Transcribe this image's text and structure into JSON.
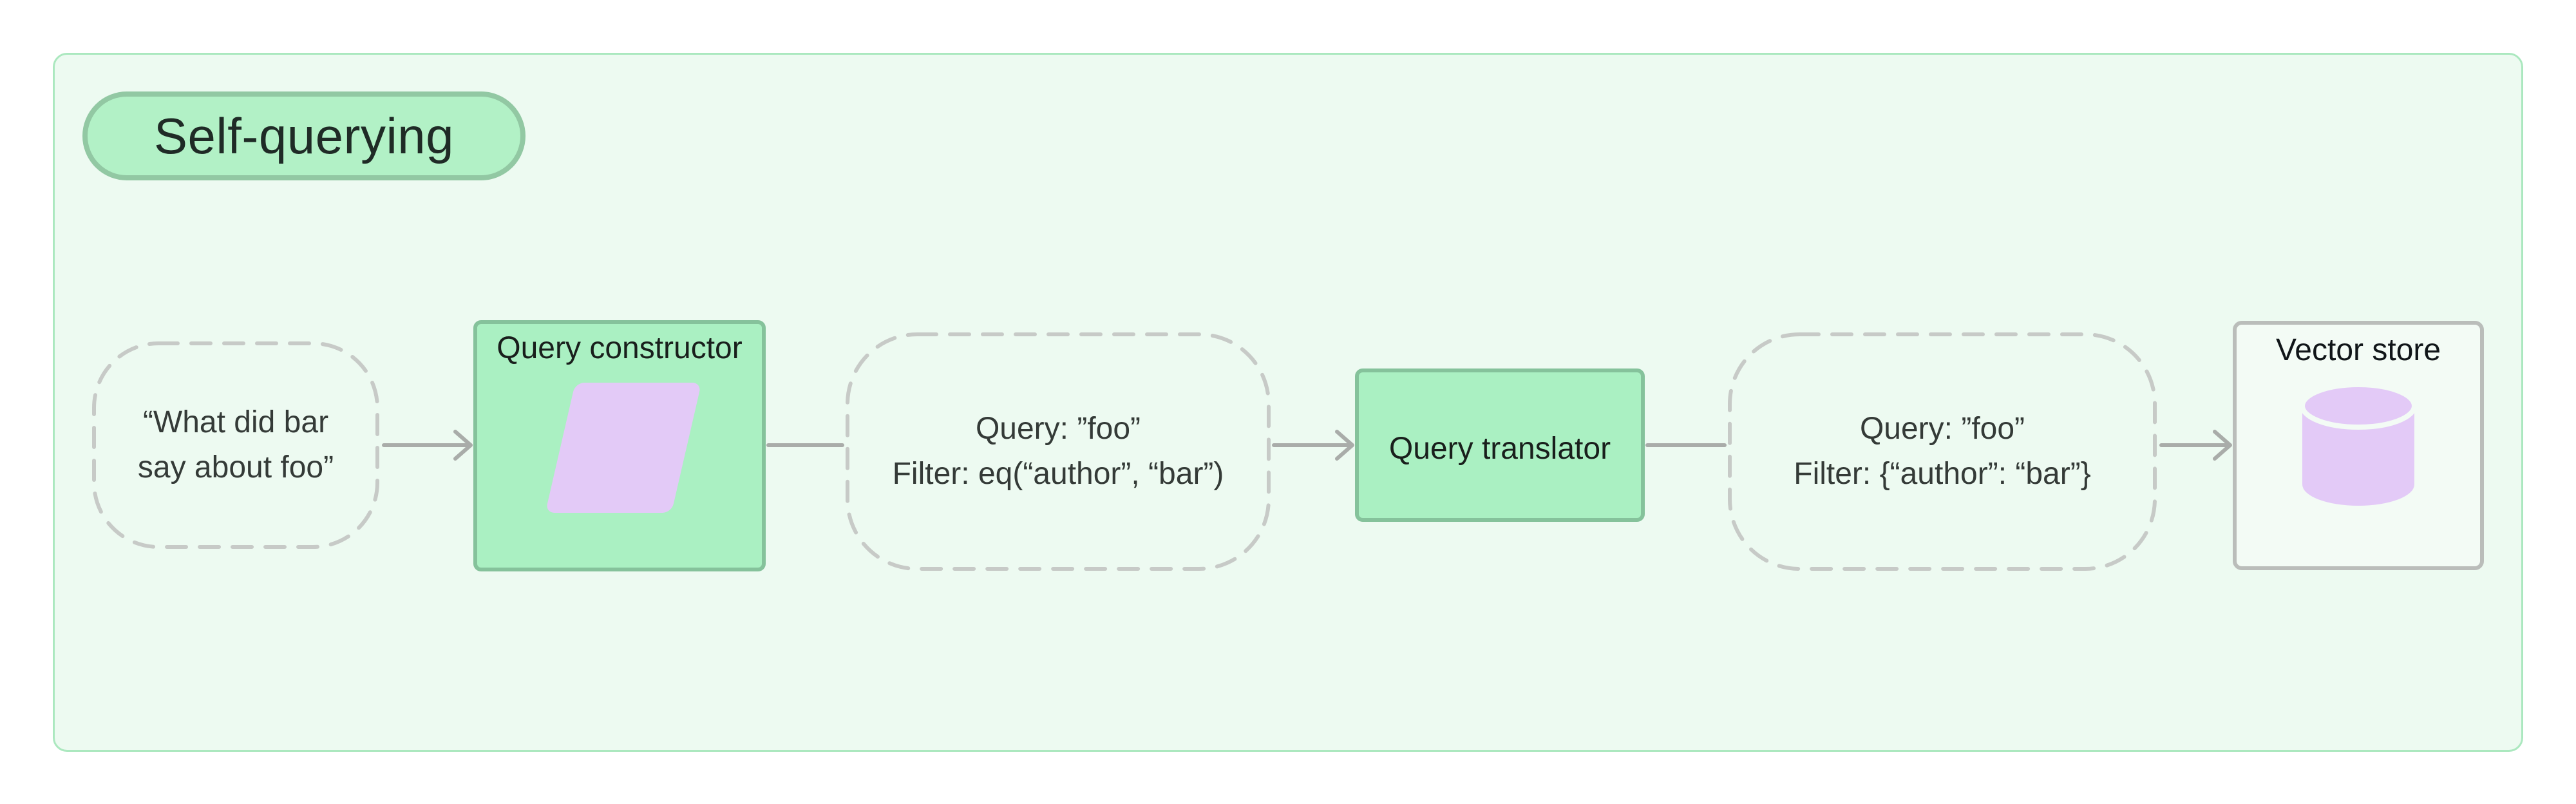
{
  "diagram": {
    "title_badge": "Self-querying",
    "nodes": {
      "input_query": {
        "line1": "“What did bar",
        "line2": "say about foo”"
      },
      "query_constructor": {
        "label": "Query constructor"
      },
      "structured_query": {
        "line1": "Query: ”foo”",
        "line2": "Filter: eq(“author”, “bar”)"
      },
      "query_translator": {
        "label": "Query translator"
      },
      "translated_query": {
        "line1": "Query: ”foo”",
        "line2": "Filter: {“author”: “bar”}"
      },
      "vector_store": {
        "label": "Vector store"
      }
    },
    "colors": {
      "container_bg": "#edfaf1",
      "container_border": "#abe8bf",
      "badge_bg": "#b2f1c6",
      "badge_border": "#92c8a3",
      "green_node_bg": "#aaf0c2",
      "green_node_border": "#85c29b",
      "dashed_border": "#c7cac7",
      "connector_gray": "#a9aca9",
      "accent_purple": "#e3caf7",
      "vector_store_border": "#babdba",
      "text_dark": "#343a37"
    }
  }
}
